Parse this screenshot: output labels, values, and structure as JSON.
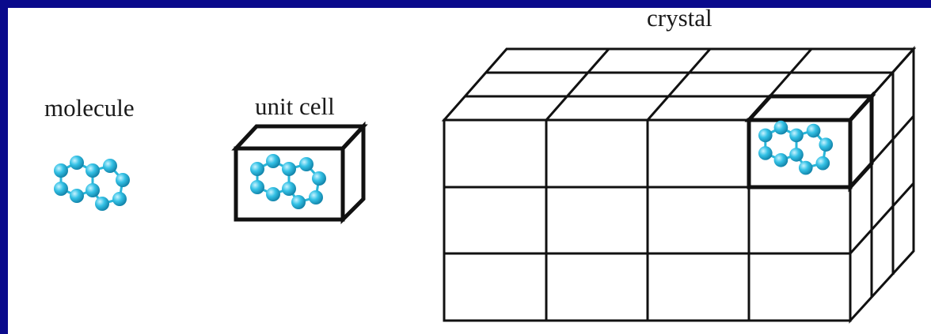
{
  "labels": {
    "molecule": "molecule",
    "unit_cell": "unit cell",
    "crystal": "crystal"
  },
  "colors": {
    "background_frame": "#0a0a8c",
    "panel": "#ffffff",
    "line": "#111111",
    "atom": "#29b6d9",
    "bond": "#29b6d9"
  },
  "crystal_grid": {
    "columns": 4,
    "rows": 3,
    "depth_layers": 3
  }
}
